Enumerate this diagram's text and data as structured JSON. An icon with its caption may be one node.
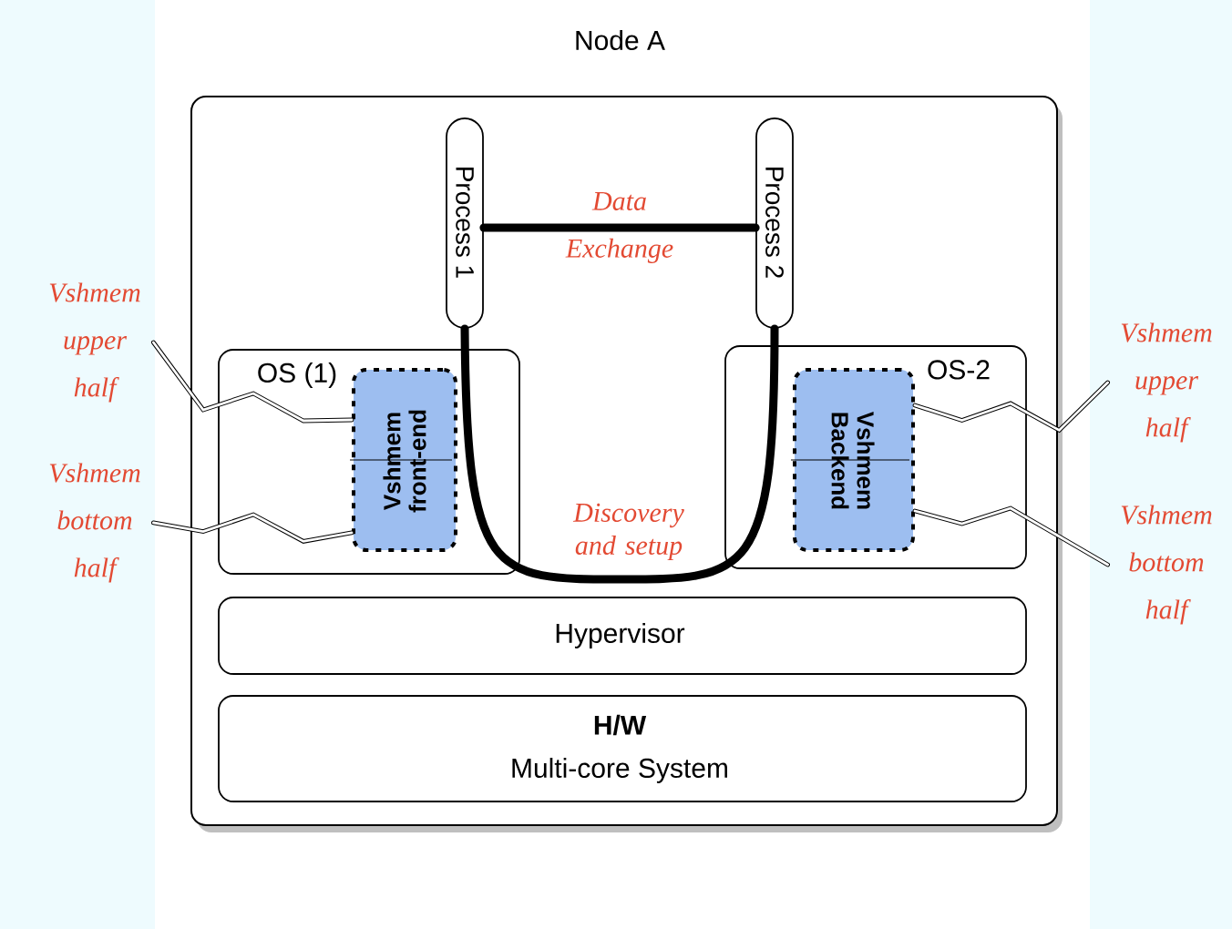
{
  "diagram": {
    "nodes": [
      {
        "text": [
          "Node A"
        ]
      },
      {
        "text": [
          "Process 1"
        ],
        "in": 0
      },
      {
        "text": [
          "Process 2"
        ],
        "in": 0
      },
      {
        "text": [
          "OS (1)"
        ],
        "in": 0
      },
      {
        "text": [
          "Vshmem front-end"
        ],
        "in": 3
      },
      {
        "text": [
          "OS-2"
        ],
        "in": 0
      },
      {
        "text": [
          "Vshmem Backend"
        ],
        "in": 5
      },
      {
        "text": [
          "Hypervisor"
        ],
        "in": 0
      },
      {
        "text": [
          "H/W",
          "Multi-core System"
        ],
        "in": 0
      },
      {
        "text": [
          "Vshmem upper half"
        ]
      },
      {
        "text": [
          "Vshmem bottom half"
        ]
      },
      {
        "text": [
          "Vshmem upper half"
        ]
      },
      {
        "text": [
          "Vshmem bottom half"
        ]
      }
    ],
    "edges": [
      {
        "from": 1,
        "to": 2,
        "arrow": "none",
        "style": "thick",
        "label": "Data Exchange"
      },
      {
        "from": 1,
        "to": 2,
        "arrow": "none",
        "style": "thick",
        "label": "Discovery and setup"
      },
      {
        "from": 9,
        "to": 4,
        "arrow": "none"
      },
      {
        "from": 10,
        "to": 4,
        "arrow": "none"
      },
      {
        "from": 11,
        "to": 6,
        "arrow": "none"
      },
      {
        "from": 12,
        "to": 6,
        "arrow": "none"
      }
    ]
  }
}
